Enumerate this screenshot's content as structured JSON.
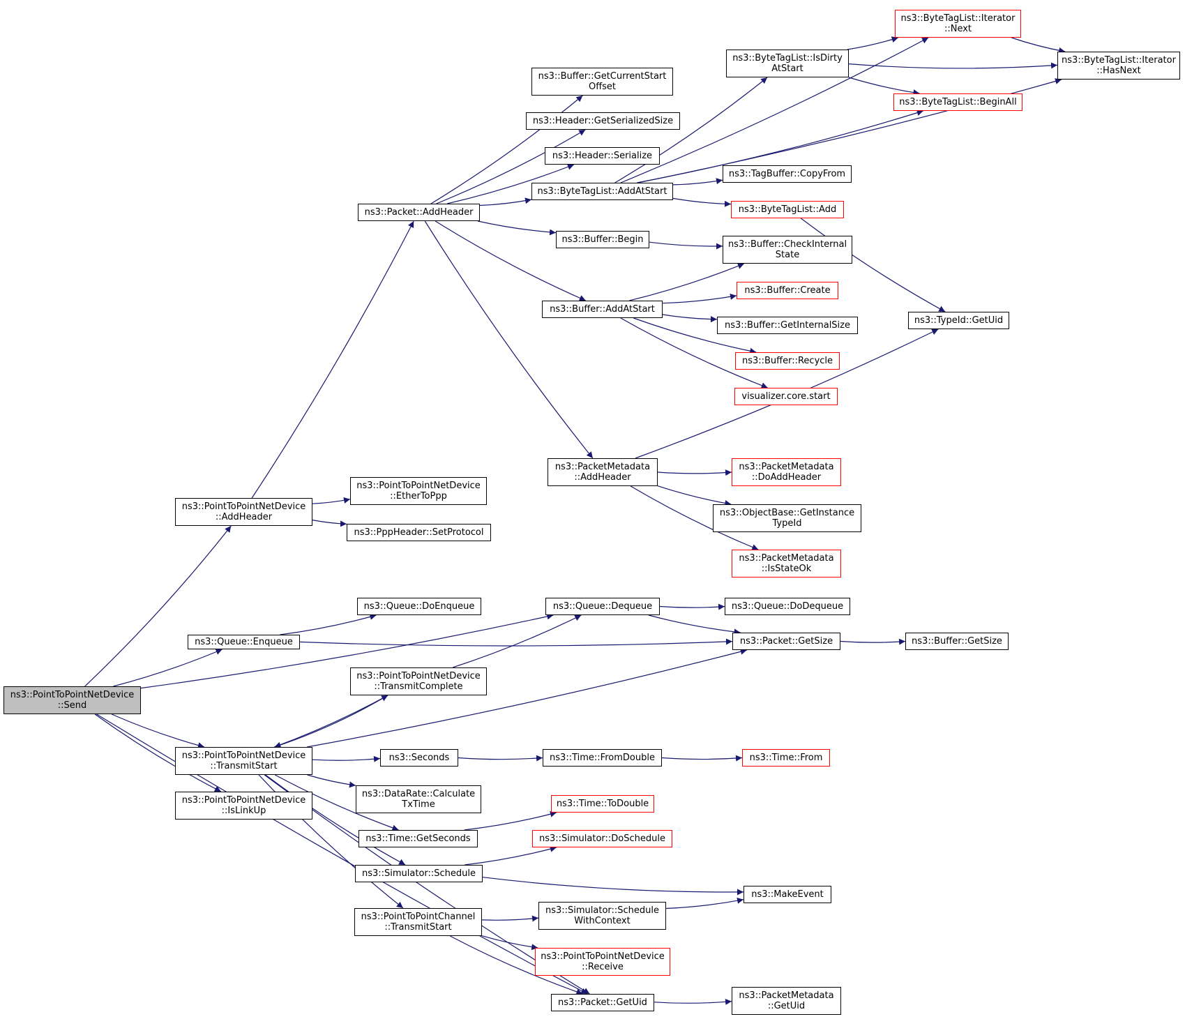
{
  "colors": {
    "edge": "#191970",
    "node_border": "#000000",
    "truncated_border": "#ff0000",
    "root_fill": "#bfbfbf"
  },
  "nodes": [
    {
      "id": "send",
      "lines": [
        "ns3::PointToPointNetDevice",
        "::Send"
      ],
      "style": "root"
    },
    {
      "id": "ptp_addheader",
      "lines": [
        "ns3::PointToPointNetDevice",
        "::AddHeader"
      ],
      "style": "normal"
    },
    {
      "id": "queue_enqueue",
      "lines": [
        "ns3::Queue::Enqueue"
      ],
      "style": "normal"
    },
    {
      "id": "transmitstart",
      "lines": [
        "ns3::PointToPointNetDevice",
        "::TransmitStart"
      ],
      "style": "normal"
    },
    {
      "id": "islinkup",
      "lines": [
        "ns3::PointToPointNetDevice",
        "::IsLinkUp"
      ],
      "style": "normal"
    },
    {
      "id": "packet_addheader",
      "lines": [
        "ns3::Packet::AddHeader"
      ],
      "style": "normal"
    },
    {
      "id": "ethertoppp",
      "lines": [
        "ns3::PointToPointNetDevice",
        "::EtherToPpp"
      ],
      "style": "normal"
    },
    {
      "id": "setprotocol",
      "lines": [
        "ns3::PppHeader::SetProtocol"
      ],
      "style": "normal"
    },
    {
      "id": "doenqueue",
      "lines": [
        "ns3::Queue::DoEnqueue"
      ],
      "style": "normal"
    },
    {
      "id": "transmitcomplete",
      "lines": [
        "ns3::PointToPointNetDevice",
        "::TransmitComplete"
      ],
      "style": "normal"
    },
    {
      "id": "seconds",
      "lines": [
        "ns3::Seconds"
      ],
      "style": "normal"
    },
    {
      "id": "calctxtime",
      "lines": [
        "ns3::DataRate::Calculate",
        "TxTime"
      ],
      "style": "normal"
    },
    {
      "id": "getseconds",
      "lines": [
        "ns3::Time::GetSeconds"
      ],
      "style": "normal"
    },
    {
      "id": "sim_schedule",
      "lines": [
        "ns3::Simulator::Schedule"
      ],
      "style": "normal"
    },
    {
      "id": "chan_transmitstart",
      "lines": [
        "ns3::PointToPointChannel",
        "::TransmitStart"
      ],
      "style": "normal"
    },
    {
      "id": "getcurrentstart",
      "lines": [
        "ns3::Buffer::GetCurrentStart",
        "Offset"
      ],
      "style": "normal"
    },
    {
      "id": "getserializedsize",
      "lines": [
        "ns3::Header::GetSerializedSize"
      ],
      "style": "normal"
    },
    {
      "id": "header_serialize",
      "lines": [
        "ns3::Header::Serialize"
      ],
      "style": "normal"
    },
    {
      "id": "btl_addatstart",
      "lines": [
        "ns3::ByteTagList::AddAtStart"
      ],
      "style": "normal"
    },
    {
      "id": "buffer_begin",
      "lines": [
        "ns3::Buffer::Begin"
      ],
      "style": "normal"
    },
    {
      "id": "buffer_addatstart",
      "lines": [
        "ns3::Buffer::AddAtStart"
      ],
      "style": "normal"
    },
    {
      "id": "pm_addheader",
      "lines": [
        "ns3::PacketMetadata",
        "::AddHeader"
      ],
      "style": "normal"
    },
    {
      "id": "dequeue",
      "lines": [
        "ns3::Queue::Dequeue"
      ],
      "style": "normal"
    },
    {
      "id": "time_fromdouble",
      "lines": [
        "ns3::Time::FromDouble"
      ],
      "style": "normal"
    },
    {
      "id": "time_todouble",
      "lines": [
        "ns3::Time::ToDouble"
      ],
      "style": "truncated"
    },
    {
      "id": "doschedule",
      "lines": [
        "ns3::Simulator::DoSchedule"
      ],
      "style": "truncated"
    },
    {
      "id": "schedwithcontext",
      "lines": [
        "ns3::Simulator::Schedule",
        "WithContext"
      ],
      "style": "normal"
    },
    {
      "id": "ptp_receive",
      "lines": [
        "ns3::PointToPointNetDevice",
        "::Receive"
      ],
      "style": "truncated"
    },
    {
      "id": "packet_getuid",
      "lines": [
        "ns3::Packet::GetUid"
      ],
      "style": "normal"
    },
    {
      "id": "btl_isdirty",
      "lines": [
        "ns3::ByteTagList::IsDirty",
        "AtStart"
      ],
      "style": "normal"
    },
    {
      "id": "tagbuffer_copyfrom",
      "lines": [
        "ns3::TagBuffer::CopyFrom"
      ],
      "style": "normal"
    },
    {
      "id": "btl_add",
      "lines": [
        "ns3::ByteTagList::Add"
      ],
      "style": "truncated"
    },
    {
      "id": "checkinternal",
      "lines": [
        "ns3::Buffer::CheckInternal",
        "State"
      ],
      "style": "normal"
    },
    {
      "id": "buffer_create",
      "lines": [
        "ns3::Buffer::Create"
      ],
      "style": "truncated"
    },
    {
      "id": "getinternalsize",
      "lines": [
        "ns3::Buffer::GetInternalSize"
      ],
      "style": "normal"
    },
    {
      "id": "buffer_recycle",
      "lines": [
        "ns3::Buffer::Recycle"
      ],
      "style": "truncated"
    },
    {
      "id": "visualizer",
      "lines": [
        "visualizer.core.start"
      ],
      "style": "truncated"
    },
    {
      "id": "pm_doaddheader",
      "lines": [
        "ns3::PacketMetadata",
        "::DoAddHeader"
      ],
      "style": "truncated"
    },
    {
      "id": "getinstancetypeid",
      "lines": [
        "ns3::ObjectBase::GetInstance",
        "TypeId"
      ],
      "style": "normal"
    },
    {
      "id": "pm_isstateok",
      "lines": [
        "ns3::PacketMetadata",
        "::IsStateOk"
      ],
      "style": "truncated"
    },
    {
      "id": "dodequeue",
      "lines": [
        "ns3::Queue::DoDequeue"
      ],
      "style": "normal"
    },
    {
      "id": "packet_getsize",
      "lines": [
        "ns3::Packet::GetSize"
      ],
      "style": "normal"
    },
    {
      "id": "time_from",
      "lines": [
        "ns3::Time::From"
      ],
      "style": "truncated"
    },
    {
      "id": "makeevent",
      "lines": [
        "ns3::MakeEvent"
      ],
      "style": "normal"
    },
    {
      "id": "pm_getuid",
      "lines": [
        "ns3::PacketMetadata",
        "::GetUid"
      ],
      "style": "normal"
    },
    {
      "id": "btl_iter_next",
      "lines": [
        "ns3::ByteTagList::Iterator",
        "::Next"
      ],
      "style": "truncated"
    },
    {
      "id": "btl_beginall",
      "lines": [
        "ns3::ByteTagList::BeginAll"
      ],
      "style": "truncated"
    },
    {
      "id": "btl_iter_hasnext",
      "lines": [
        "ns3::ByteTagList::Iterator",
        "::HasNext"
      ],
      "style": "normal"
    },
    {
      "id": "typeid_getuid",
      "lines": [
        "ns3::TypeId::GetUid"
      ],
      "style": "normal"
    },
    {
      "id": "buffer_getsize",
      "lines": [
        "ns3::Buffer::GetSize"
      ],
      "style": "normal"
    }
  ],
  "edges": [
    [
      "send",
      "ptp_addheader"
    ],
    [
      "send",
      "dequeue"
    ],
    [
      "send",
      "queue_enqueue"
    ],
    [
      "send",
      "transmitstart"
    ],
    [
      "send",
      "islinkup"
    ],
    [
      "send",
      "packet_getuid"
    ],
    [
      "ptp_addheader",
      "packet_addheader"
    ],
    [
      "ptp_addheader",
      "ethertoppp"
    ],
    [
      "ptp_addheader",
      "setprotocol"
    ],
    [
      "packet_addheader",
      "getcurrentstart"
    ],
    [
      "packet_addheader",
      "getserializedsize"
    ],
    [
      "packet_addheader",
      "header_serialize"
    ],
    [
      "packet_addheader",
      "btl_addatstart"
    ],
    [
      "packet_addheader",
      "buffer_begin"
    ],
    [
      "packet_addheader",
      "buffer_addatstart"
    ],
    [
      "packet_addheader",
      "pm_addheader"
    ],
    [
      "btl_addatstart",
      "btl_isdirty"
    ],
    [
      "btl_addatstart",
      "btl_iter_next"
    ],
    [
      "btl_addatstart",
      "btl_beginall"
    ],
    [
      "btl_addatstart",
      "btl_iter_hasnext"
    ],
    [
      "btl_addatstart",
      "tagbuffer_copyfrom"
    ],
    [
      "btl_addatstart",
      "btl_add"
    ],
    [
      "btl_isdirty",
      "btl_iter_next"
    ],
    [
      "btl_isdirty",
      "btl_iter_hasnext"
    ],
    [
      "btl_isdirty",
      "btl_beginall"
    ],
    [
      "btl_iter_next",
      "btl_iter_hasnext"
    ],
    [
      "btl_add",
      "typeid_getuid"
    ],
    [
      "buffer_begin",
      "checkinternal"
    ],
    [
      "buffer_addatstart",
      "checkinternal"
    ],
    [
      "buffer_addatstart",
      "buffer_create"
    ],
    [
      "buffer_addatstart",
      "getinternalsize"
    ],
    [
      "buffer_addatstart",
      "buffer_recycle"
    ],
    [
      "buffer_addatstart",
      "visualizer"
    ],
    [
      "pm_addheader",
      "typeid_getuid"
    ],
    [
      "pm_addheader",
      "pm_doaddheader"
    ],
    [
      "pm_addheader",
      "getinstancetypeid"
    ],
    [
      "pm_addheader",
      "pm_isstateok"
    ],
    [
      "queue_enqueue",
      "doenqueue"
    ],
    [
      "queue_enqueue",
      "packet_getsize"
    ],
    [
      "dequeue",
      "dodequeue"
    ],
    [
      "dequeue",
      "packet_getsize"
    ],
    [
      "packet_getsize",
      "buffer_getsize"
    ],
    [
      "transmitstart",
      "transmitcomplete"
    ],
    [
      "transmitcomplete",
      "transmitstart"
    ],
    [
      "transmitcomplete",
      "dequeue"
    ],
    [
      "transmitstart",
      "packet_getsize"
    ],
    [
      "transmitstart",
      "seconds"
    ],
    [
      "transmitstart",
      "calctxtime"
    ],
    [
      "transmitstart",
      "getseconds"
    ],
    [
      "transmitstart",
      "sim_schedule"
    ],
    [
      "transmitstart",
      "chan_transmitstart"
    ],
    [
      "transmitstart",
      "packet_getuid"
    ],
    [
      "seconds",
      "time_fromdouble"
    ],
    [
      "time_fromdouble",
      "time_from"
    ],
    [
      "getseconds",
      "time_todouble"
    ],
    [
      "sim_schedule",
      "doschedule"
    ],
    [
      "sim_schedule",
      "makeevent"
    ],
    [
      "chan_transmitstart",
      "schedwithcontext"
    ],
    [
      "chan_transmitstart",
      "ptp_receive"
    ],
    [
      "chan_transmitstart",
      "packet_getuid"
    ],
    [
      "schedwithcontext",
      "makeevent"
    ],
    [
      "packet_getuid",
      "pm_getuid"
    ]
  ]
}
